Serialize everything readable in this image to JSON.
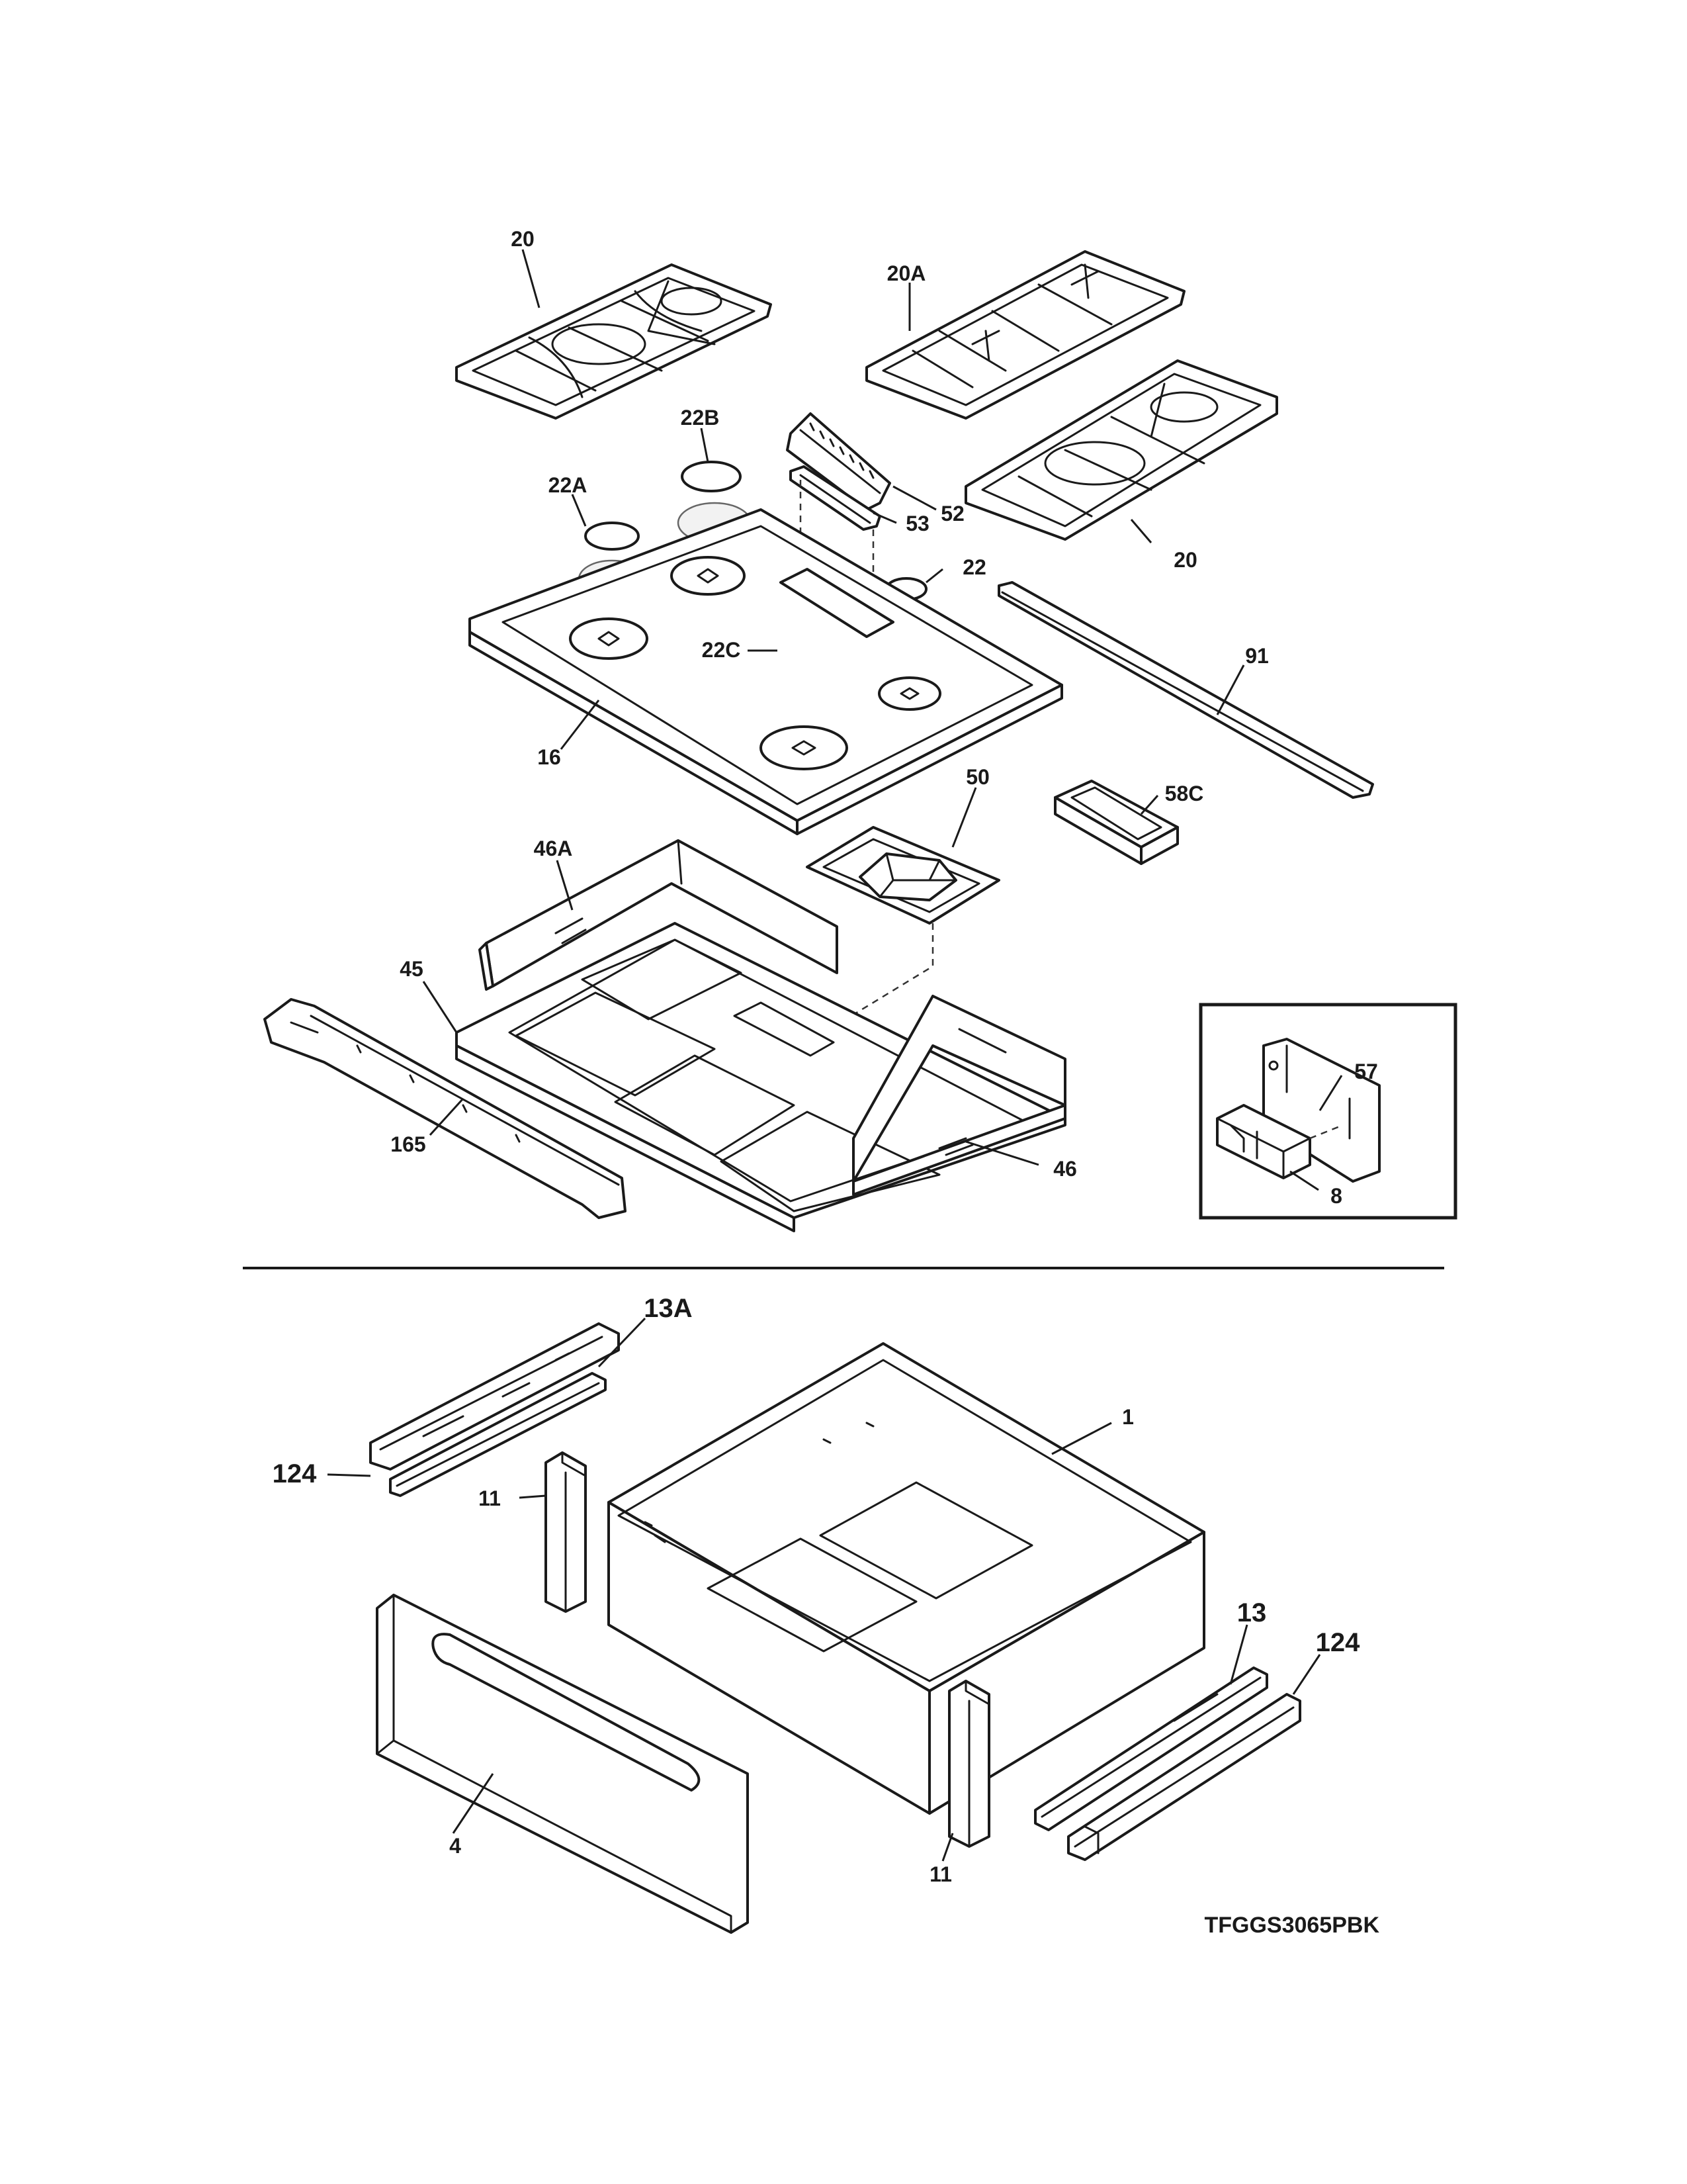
{
  "callouts": {
    "c20_left": "20",
    "c20a": "20A",
    "c22b": "22B",
    "c22a": "22A",
    "c52": "52",
    "c53": "53",
    "c22": "22",
    "c20_right": "20",
    "c91": "91",
    "c22c": "22C",
    "c16": "16",
    "c50": "50",
    "c58c": "58C",
    "c46a": "46A",
    "c45": "45",
    "c57": "57",
    "c8": "8",
    "c165": "165",
    "c46": "46",
    "c13a": "13A",
    "c1": "1",
    "c124_left": "124",
    "c11_left": "11",
    "c13": "13",
    "c124_right": "124",
    "c4": "4",
    "c11_right": "11"
  },
  "model_number": "TFGGS3065PBK"
}
